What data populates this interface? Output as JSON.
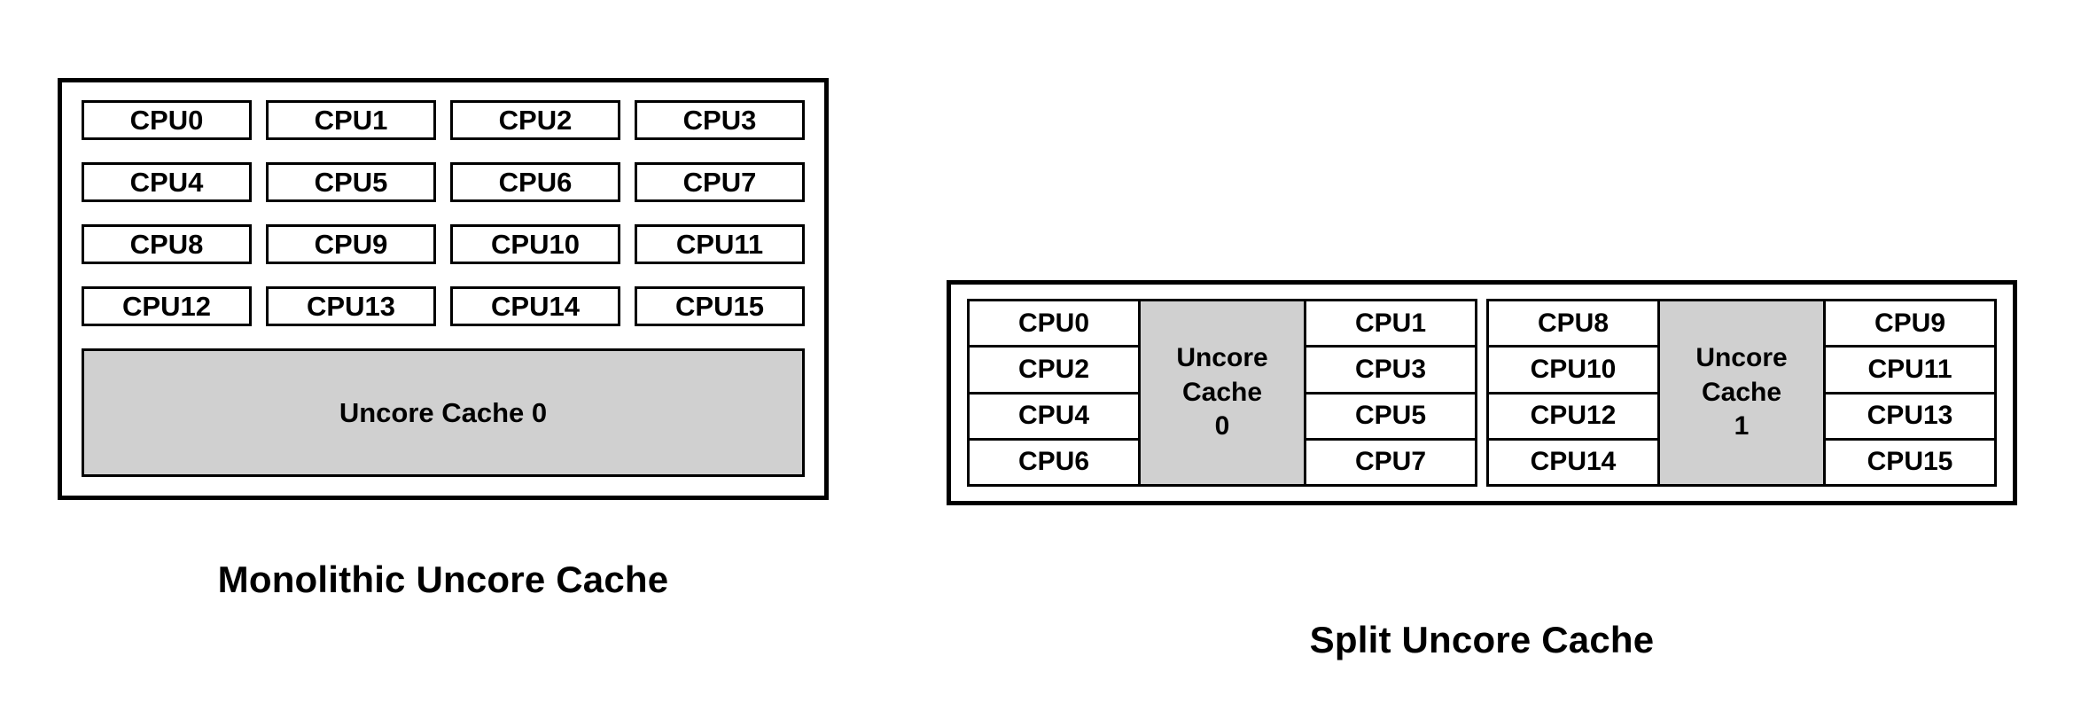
{
  "diagram": {
    "colors": {
      "cache_fill": "#d0d0d0",
      "border": "#000000",
      "background": "#ffffff",
      "cpu_fill": "#ffffff"
    },
    "panels": [
      {
        "id": "monolithic",
        "caption": "Monolithic Uncore Cache",
        "cpus": [
          "CPU0",
          "CPU1",
          "CPU2",
          "CPU3",
          "CPU4",
          "CPU5",
          "CPU6",
          "CPU7",
          "CPU8",
          "CPU9",
          "CPU10",
          "CPU11",
          "CPU12",
          "CPU13",
          "CPU14",
          "CPU15"
        ],
        "cache_label": "Uncore Cache 0"
      },
      {
        "id": "split",
        "caption": "Split Uncore Cache",
        "groups": [
          {
            "left_cpus": [
              "CPU0",
              "CPU2",
              "CPU4",
              "CPU6"
            ],
            "cache_line1": "Uncore",
            "cache_line2": "Cache",
            "cache_line3": "0",
            "right_cpus": [
              "CPU1",
              "CPU3",
              "CPU5",
              "CPU7"
            ]
          },
          {
            "left_cpus": [
              "CPU8",
              "CPU10",
              "CPU12",
              "CPU14"
            ],
            "cache_line1": "Uncore",
            "cache_line2": "Cache",
            "cache_line3": "1",
            "right_cpus": [
              "CPU9",
              "CPU11",
              "CPU13",
              "CPU15"
            ]
          }
        ]
      }
    ]
  }
}
